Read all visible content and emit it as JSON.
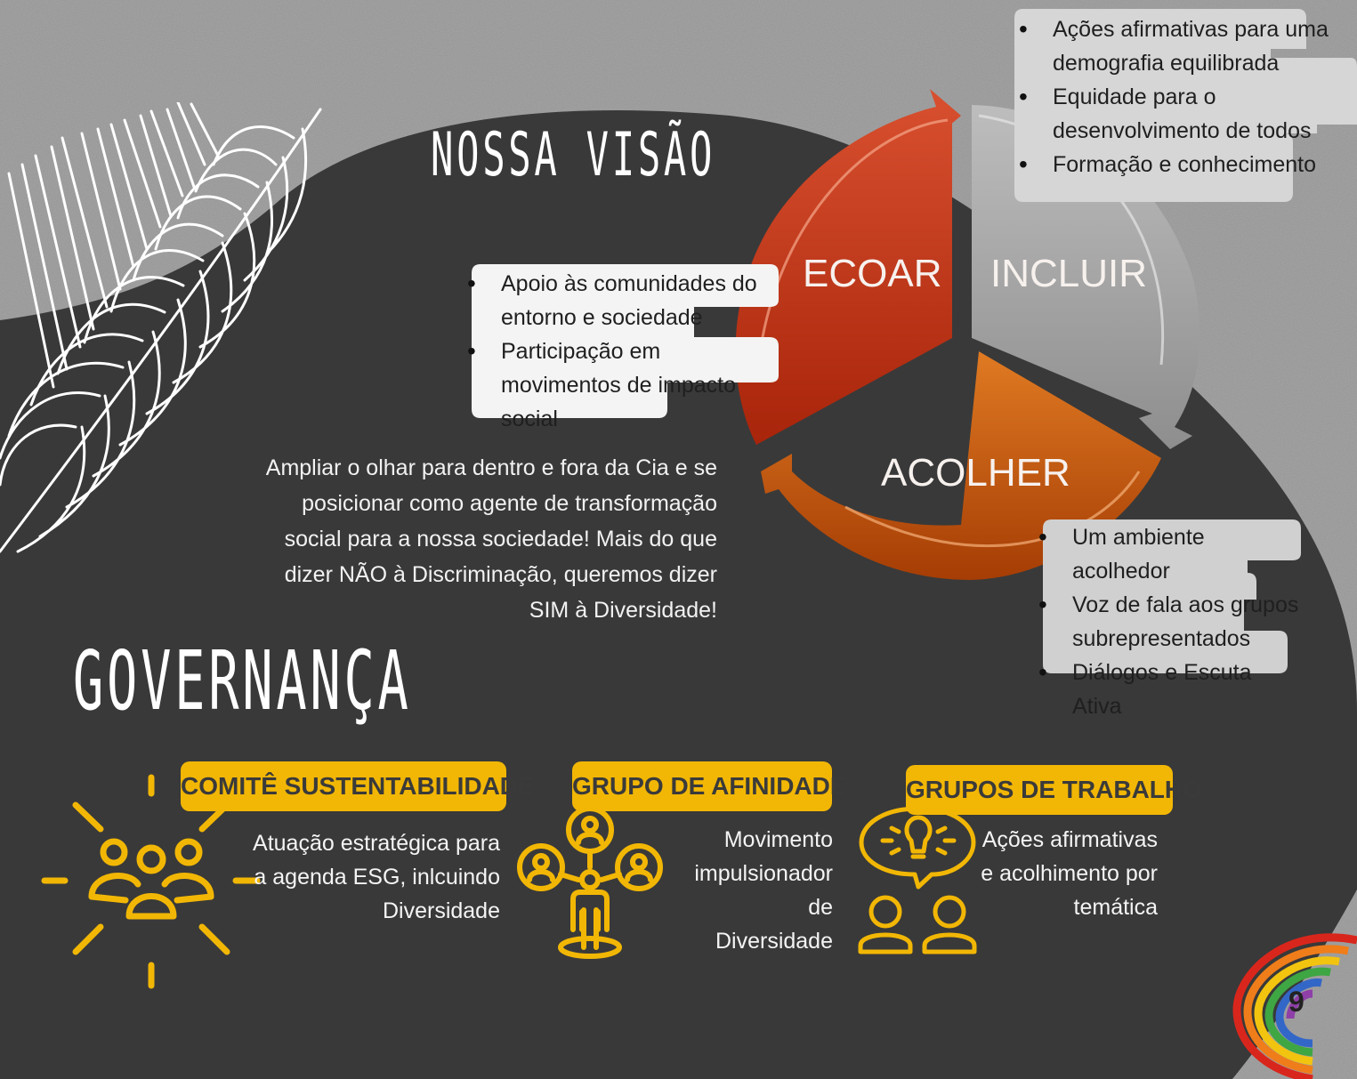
{
  "vision": {
    "title": "NOSSA VISÃO",
    "statement": "Ampliar o olhar para dentro e fora da Cia e se posicionar como agente de transformação social para a nossa sociedade! Mais do que dizer NÃO à Discriminação, queremos dizer SIM à Diversidade!"
  },
  "cycle": {
    "segments": [
      {
        "label": "ECOAR",
        "color": "#c7371a"
      },
      {
        "label": "INCLUIR",
        "color": "#a9a9a9"
      },
      {
        "label": "ACOLHER",
        "color": "#c9570f"
      }
    ],
    "incluir_items": [
      "Ações afirmativas para uma demografia equilibrada",
      "Equidade para o desenvolvimento de todos",
      "Formação e conhecimento"
    ],
    "ecoar_items": [
      "Apoio às comunidades do entorno e sociedade",
      "Participação em movimentos de impacto social"
    ],
    "acolher_items": [
      "Um ambiente acolhedor",
      "Voz de fala aos grupos subrepresentados",
      "Diálogos e Escuta Ativa"
    ]
  },
  "governance": {
    "title": "GOVERNANÇA",
    "groups": [
      {
        "label": "COMITÊ SUSTENTABILIDADE",
        "description": "Atuação estratégica para a agenda ESG, inlcuindo Diversidade",
        "icon": "team-icon"
      },
      {
        "label": "GRUPO DE AFINIDADE",
        "description": "Movimento impulsionador de Diversidade",
        "icon": "network-people-icon"
      },
      {
        "label": "GRUPOS DE TRABALHO",
        "description": "Ações afirmativas e acolhimento por temática",
        "icon": "idea-people-icon"
      }
    ]
  },
  "page_number": "9",
  "colors": {
    "accent": "#f2b705",
    "dark_bg": "#383838",
    "ecoar": "#c7371a",
    "incluir": "#a9a9a9",
    "acolher": "#c9570f"
  }
}
